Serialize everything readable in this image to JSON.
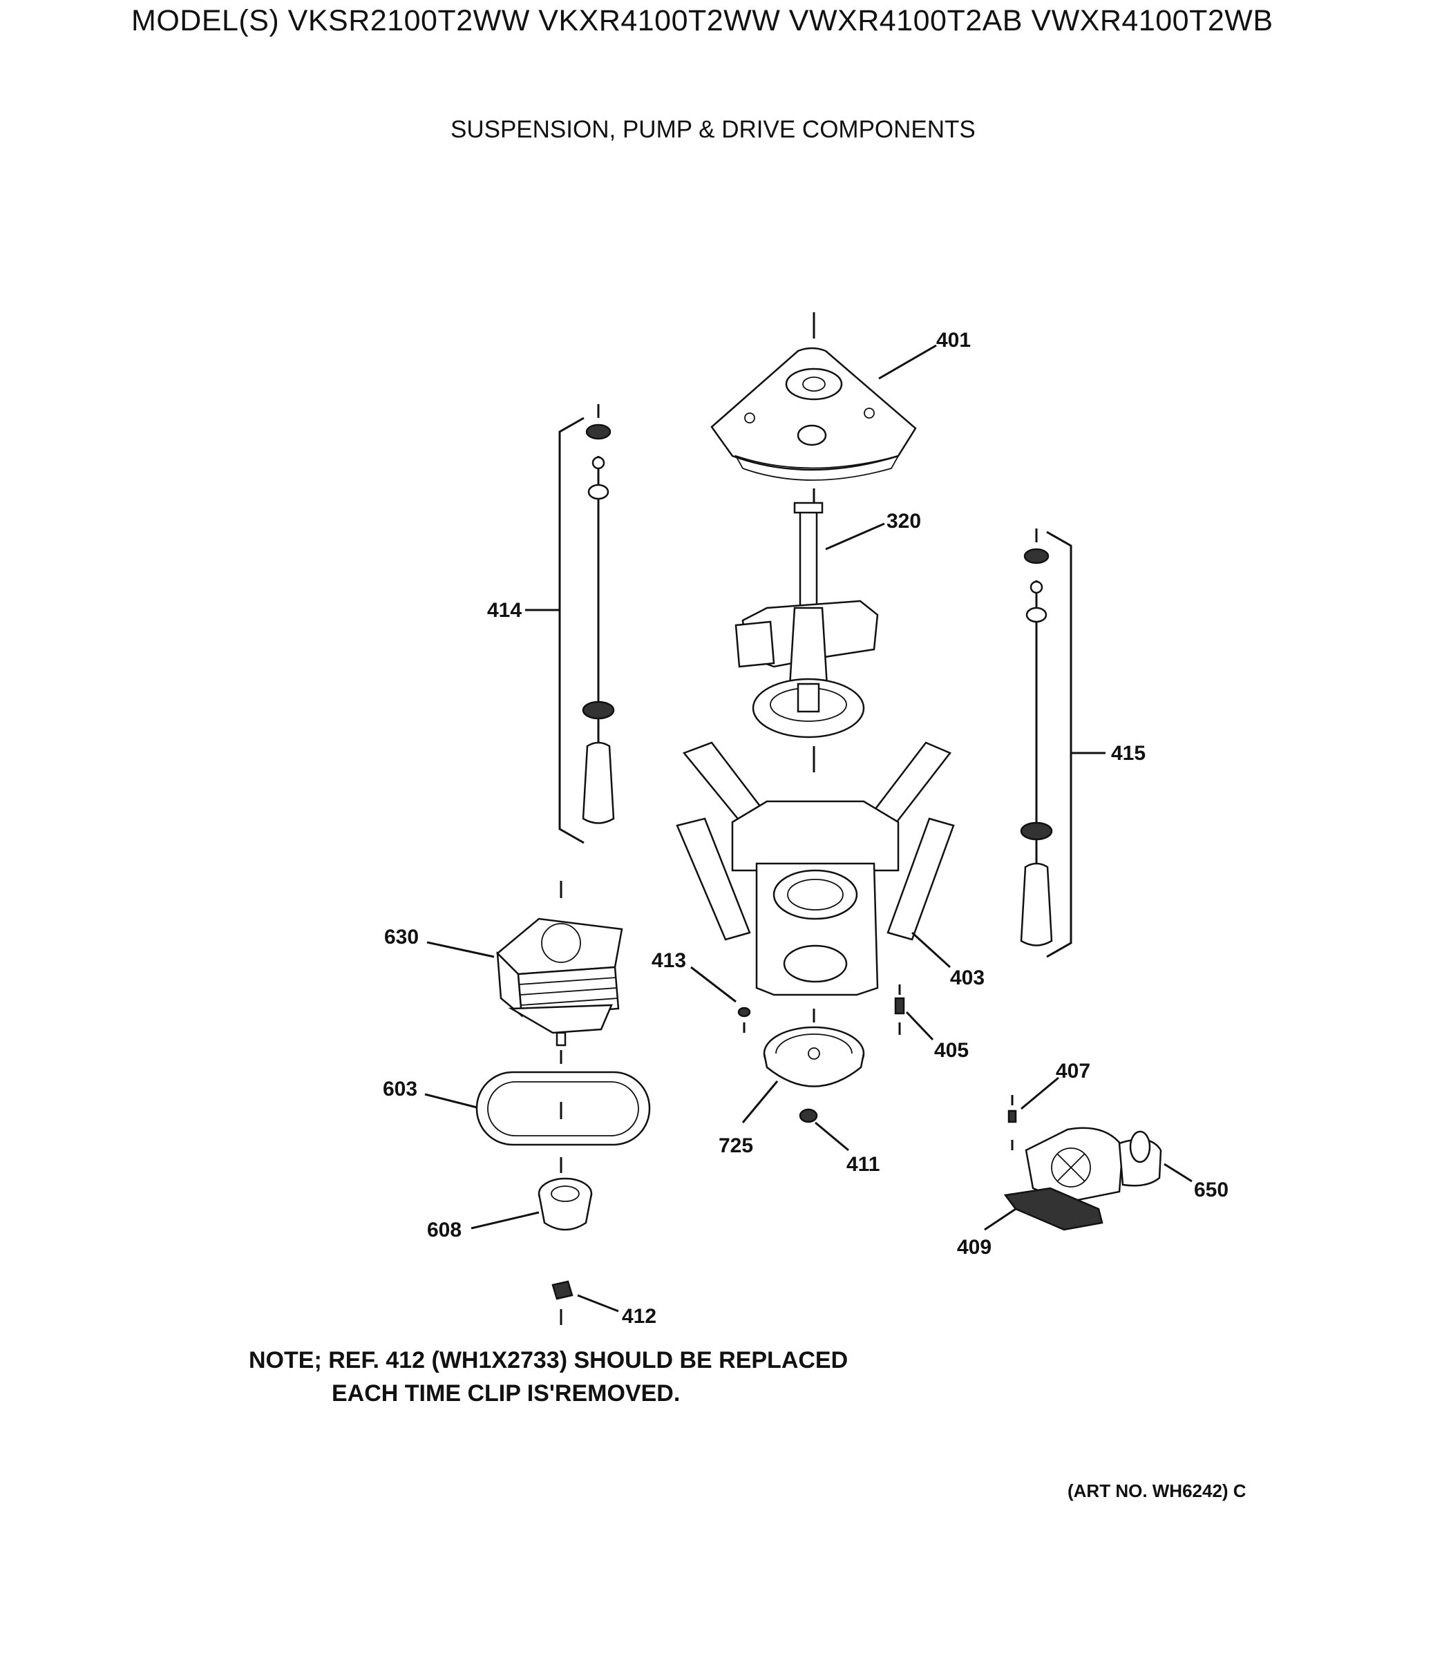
{
  "header": {
    "model_line": "MODEL(S) VKSR2100T2WW  VKXR4100T2WW  VWXR4100T2AB  VWXR4100T2WB",
    "section_title": "SUSPENSION, PUMP & DRIVE COMPONENTS"
  },
  "callouts": {
    "c401": "401",
    "c320": "320",
    "c414": "414",
    "c415": "415",
    "c630": "630",
    "c413": "413",
    "c403": "403",
    "c405": "405",
    "c407": "407",
    "c603": "603",
    "c725": "725",
    "c411": "411",
    "c650": "650",
    "c608": "608",
    "c409": "409",
    "c412": "412"
  },
  "note": {
    "line1": "NOTE; REF. 412 (WH1X2733) SHOULD BE REPLACED",
    "line2": "EACH TIME CLIP IS'REMOVED."
  },
  "footer": {
    "art_no": "(ART NO. WH6242) C"
  }
}
